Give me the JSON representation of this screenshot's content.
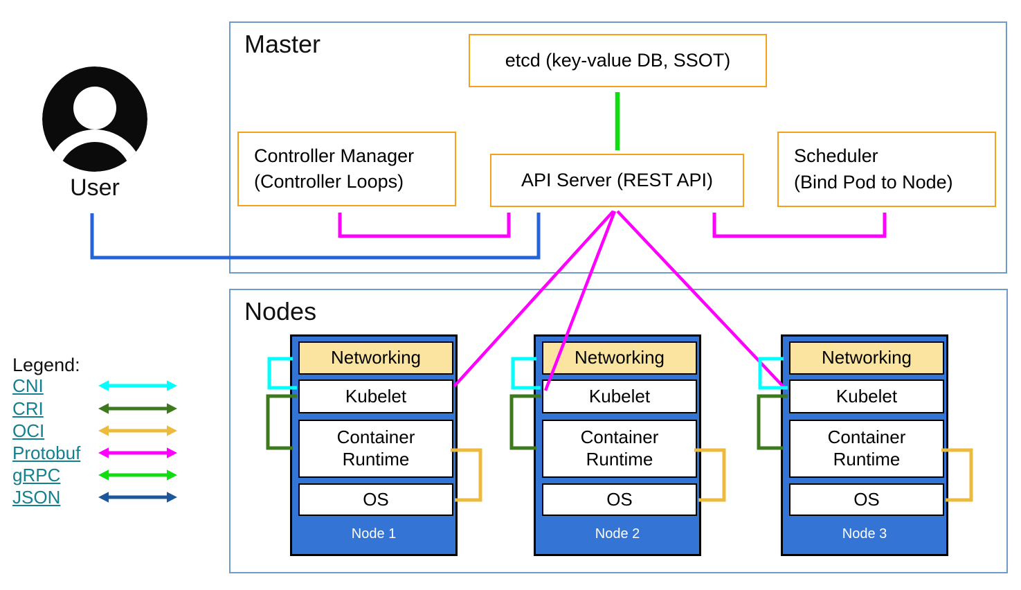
{
  "user": {
    "label": "User"
  },
  "master": {
    "label": "Master",
    "etcd": "etcd (key-value DB, SSOT)",
    "api_server": "API Server (REST API)",
    "controller_manager": {
      "line1": "Controller Manager",
      "line2": "(Controller Loops)"
    },
    "scheduler": {
      "line1": "Scheduler",
      "line2": "(Bind Pod to Node)"
    }
  },
  "nodes_section": {
    "label": "Nodes",
    "nodes": [
      {
        "name": "Node 1",
        "layers": [
          "Networking",
          "Kubelet",
          "Container\nRuntime",
          "OS"
        ]
      },
      {
        "name": "Node 2",
        "layers": [
          "Networking",
          "Kubelet",
          "Container\nRuntime",
          "OS"
        ]
      },
      {
        "name": "Node 3",
        "layers": [
          "Networking",
          "Kubelet",
          "Container\nRuntime",
          "OS"
        ]
      }
    ]
  },
  "legend": {
    "title": "Legend:",
    "items": [
      {
        "label": "CNI",
        "color_key": "cni"
      },
      {
        "label": "CRI",
        "color_key": "cri"
      },
      {
        "label": "OCI",
        "color_key": "oci"
      },
      {
        "label": "Protobuf",
        "color_key": "protobuf"
      },
      {
        "label": "gRPC",
        "color_key": "grpc"
      },
      {
        "label": "JSON",
        "color_key": "json"
      }
    ]
  },
  "edges": [
    {
      "protocol": "gRPC",
      "from": "API Server",
      "to": "etcd",
      "bidirectional": true
    },
    {
      "protocol": "Protobuf",
      "from": "Controller Manager",
      "to": "API Server",
      "bidirectional": true
    },
    {
      "protocol": "Protobuf",
      "from": "Scheduler",
      "to": "API Server",
      "bidirectional": true
    },
    {
      "protocol": "JSON",
      "from": "User",
      "to": "API Server",
      "bidirectional": true
    },
    {
      "protocol": "Protobuf",
      "from": "API Server",
      "to": "Kubelet (Node 1)",
      "bidirectional": true
    },
    {
      "protocol": "Protobuf",
      "from": "API Server",
      "to": "Kubelet (Node 2)",
      "bidirectional": true
    },
    {
      "protocol": "Protobuf",
      "from": "API Server",
      "to": "Kubelet (Node 3)",
      "bidirectional": true
    },
    {
      "protocol": "CNI",
      "from": "Kubelet",
      "to": "Networking",
      "bidirectional": false
    },
    {
      "protocol": "CRI",
      "from": "Kubelet",
      "to": "Container Runtime",
      "bidirectional": false
    },
    {
      "protocol": "OCI",
      "from": "Container Runtime",
      "to": "OS",
      "bidirectional": false
    }
  ],
  "colors": {
    "cni": "#00ffff",
    "cri": "#3d7a1d",
    "oci": "#ecba3d",
    "protobuf": "#ff00ff",
    "grpc": "#12dd12",
    "json": "#1e5799",
    "user_json_arrow": "#2563d9",
    "node_fill": "#3374d4",
    "networking_fill": "#fbe4a0",
    "component_border": "#f6a01a",
    "section_border": "#6f9ac9",
    "legend_link": "#137f8f",
    "icon_black": "#0b0b0b"
  }
}
